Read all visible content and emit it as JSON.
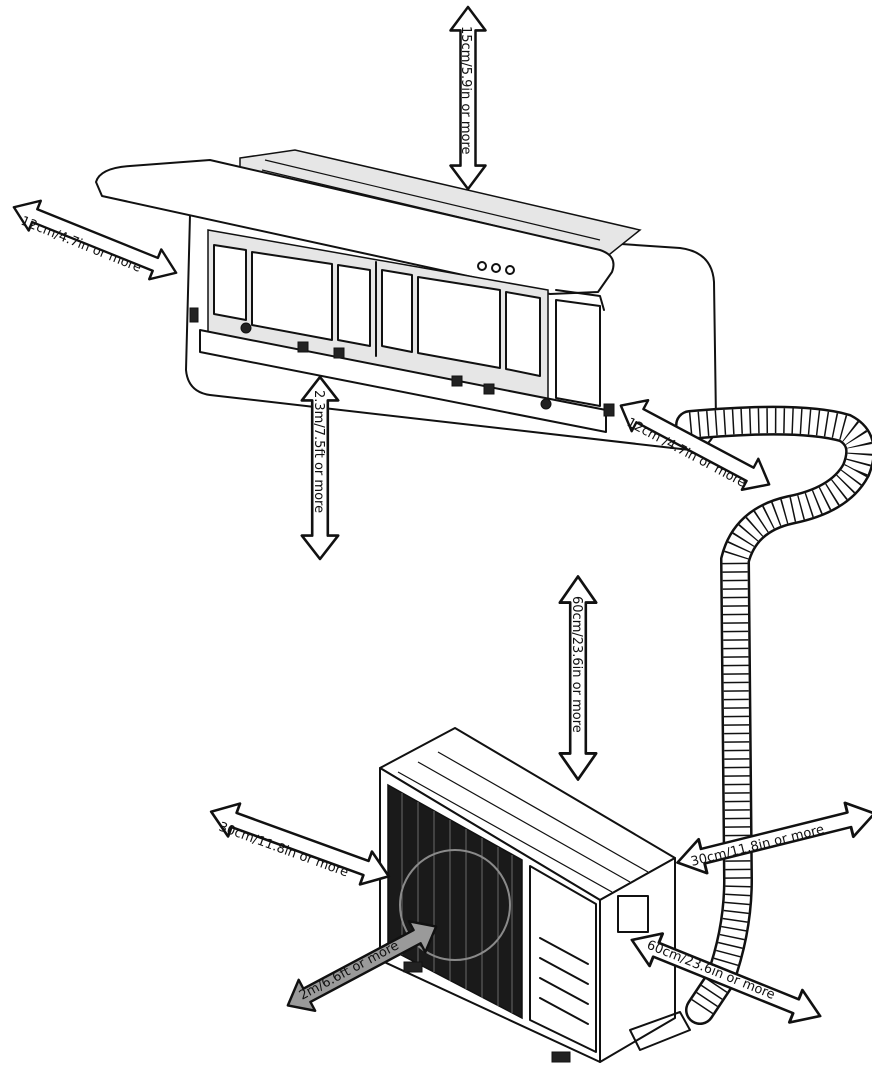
{
  "clearances": {
    "indoor_top": "15cm/5.9in or more",
    "indoor_left": "12cm/4.7in  or more",
    "indoor_bottom": "2.3m/7.5ft or more",
    "indoor_right": "12cm /4.7in or more",
    "outdoor_top": "60cm/23.6in or more",
    "outdoor_left": "30cm/11.8in  or more",
    "outdoor_right": "30cm/11.8in or more",
    "outdoor_front": "2m/6.6ft or more",
    "outdoor_back": "60cm/23.6in or more"
  },
  "icons": {
    "indoor_unit": "split-ac-indoor-unit",
    "outdoor_unit": "ac-condenser-outdoor-unit",
    "pipe": "insulated-refrigerant-pipe"
  }
}
